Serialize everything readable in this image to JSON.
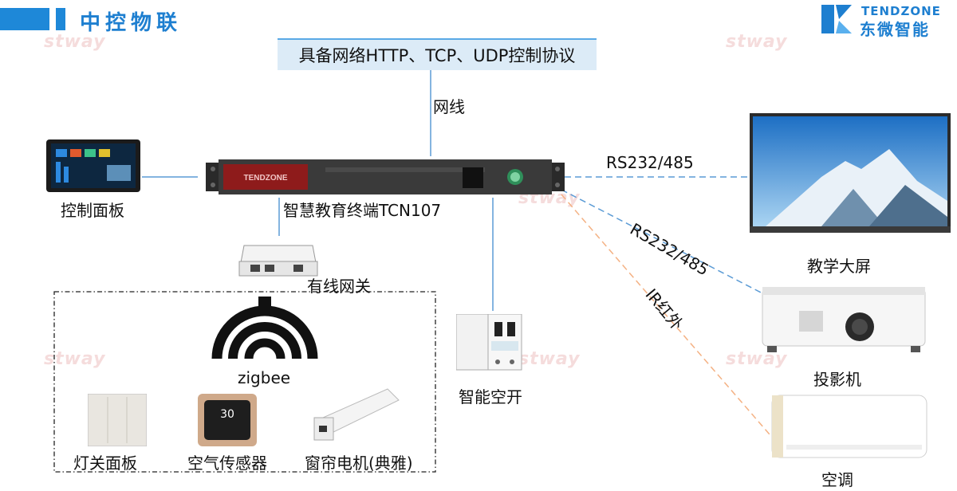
{
  "header": {
    "title": "中控物联"
  },
  "logo": {
    "name_en": "TENDZONE",
    "name_cn": "东微智能",
    "color": "#1e7fd0"
  },
  "watermark": "stway",
  "protocol_banner": "具备网络HTTP、TCP、UDP控制协议",
  "connections": {
    "network_cable": "网线",
    "rs232_display": "RS232/485",
    "rs232_projector": "RS232/485",
    "ir": "IR红外"
  },
  "devices": {
    "terminal": {
      "label": "智慧教育终端TCN107",
      "brand": "TENDZONE"
    },
    "control_panel": {
      "label": "控制面板"
    },
    "gateway": {
      "label": "有线网关"
    },
    "zigbee": {
      "label": "zigbee"
    },
    "breaker": {
      "label": "智能空开"
    },
    "display": {
      "label": "教学大屏"
    },
    "projector": {
      "label": "投影机"
    },
    "ac": {
      "label": "空调"
    },
    "light_panel": {
      "label": "灯关面板"
    },
    "air_sensor": {
      "label": "空气传感器",
      "reading": "30"
    },
    "curtain_motor": {
      "label": "窗帘电机(典雅)"
    }
  },
  "colors": {
    "accent": "#1e88d8",
    "banner_bg": "#dcebf7",
    "line_blue": "#5b9bd5",
    "line_orange": "#f4b183"
  }
}
